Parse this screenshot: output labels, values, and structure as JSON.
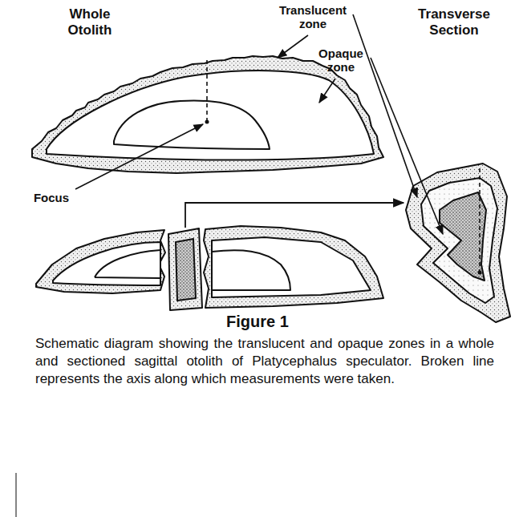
{
  "diagram": {
    "title": "Figure 1",
    "caption": "Schematic diagram showing the translucent and opaque zones in a whole and sectioned sagittal otolith of Platycephalus speculator. Broken line represents the axis along which measurements were taken.",
    "labels": [
      "Whole Otolith",
      "Translucent zone",
      "Opaque zone",
      "Transverse Section",
      "Focus"
    ]
  }
}
